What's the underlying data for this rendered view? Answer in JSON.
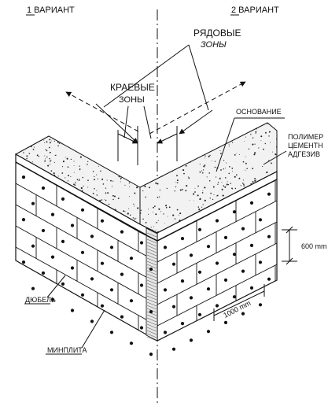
{
  "labels": {
    "variant1": "1  ВАРИАНТ",
    "variant2": "2  ВАРИАНТ",
    "row_zones_line1": "РЯДОВЫЕ",
    "row_zones_line2": "ЗОНЫ",
    "edge_zones_line1": "КРАЕВЫЕ",
    "edge_zones_line2": "ЗОНЫ",
    "base": "ОСНОВАНИЕ",
    "adhesive_line1": "ПОЛИМЕР",
    "adhesive_line2": "ЦЕМЕНТН",
    "adhesive_line3": "АДГЕЗИВ",
    "dim_600": "600 mm",
    "dim_1000": "1000 mm",
    "dowel": "ДЮБЕЛЬ",
    "mineral_plate": "МИНПЛИТА"
  }
}
